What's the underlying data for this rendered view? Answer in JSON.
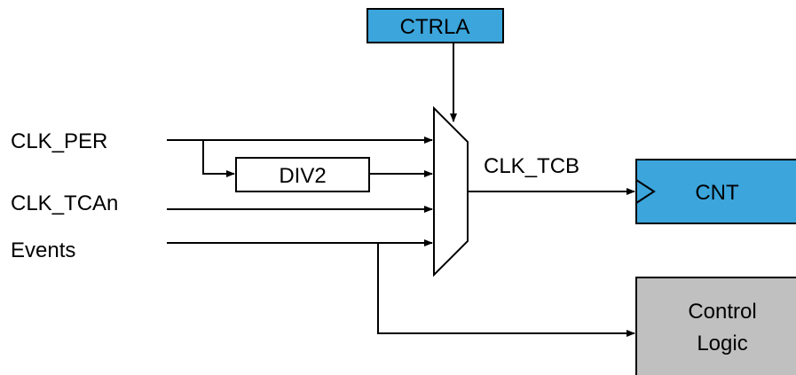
{
  "diagram": {
    "inputs": {
      "clk_per": "CLK_PER",
      "clk_tcan": "CLK_TCAn",
      "events": "Events"
    },
    "ctrla": {
      "label": "CTRLA",
      "color": "#3BA5DC"
    },
    "div2": {
      "label": "DIV2",
      "color": "#ffffff"
    },
    "mux_output": "CLK_TCB",
    "cnt": {
      "label": "CNT",
      "color": "#3BA5DC"
    },
    "control_logic": {
      "line1": "Control",
      "line2": "Logic",
      "color": "#C0C0C0"
    }
  }
}
